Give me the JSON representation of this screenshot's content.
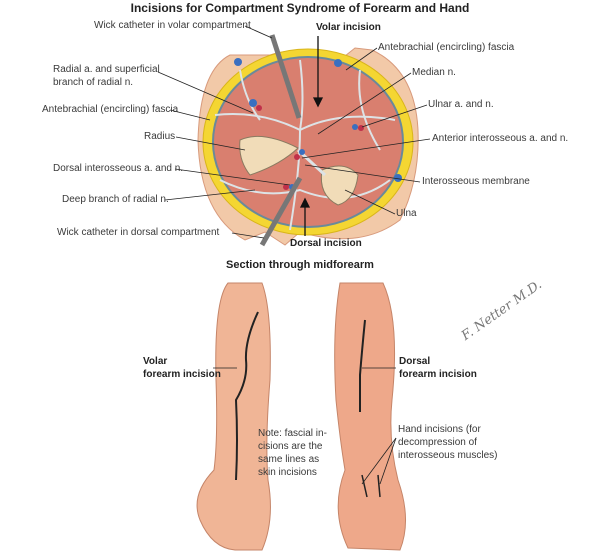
{
  "title": "Incisions for Compartment Syndrome of Forearm and Hand",
  "cross_section": {
    "caption": "Section through midforearm",
    "labels": {
      "wick_volar": "Wick catheter in volar compartment",
      "volar_incision": "Volar incision",
      "fascia_right": "Antebrachial (encircling) fascia",
      "radial_a_line1": "Radial a. and superficial",
      "radial_a_line2": "branch of radial n.",
      "median_n": "Median n.",
      "fascia_left": "Antebrachial (encircling) fascia",
      "ulnar_a": "Ulnar a. and n.",
      "radius": "Radius",
      "anterior_interosseous": "Anterior interosseous a. and n.",
      "dorsal_interosseous": "Dorsal interosseous a. and n.",
      "interosseous_membrane": "Interosseous membrane",
      "deep_branch": "Deep branch of radial n.",
      "ulna": "Ulna",
      "wick_dorsal": "Wick catheter in dorsal compartment",
      "dorsal_incision": "Dorsal incision"
    }
  },
  "limbs": {
    "volar_line1": "Volar",
    "volar_line2": "forearm incision",
    "dorsal_line1": "Dorsal",
    "dorsal_line2": "forearm incision",
    "note": [
      "Note: fascial in-",
      "cisions are the",
      "same lines as",
      "skin incisions"
    ],
    "hand": [
      "Hand incisions (for",
      "decompression of",
      "interosseous muscles)"
    ]
  },
  "signature": "F. Netter M.D."
}
